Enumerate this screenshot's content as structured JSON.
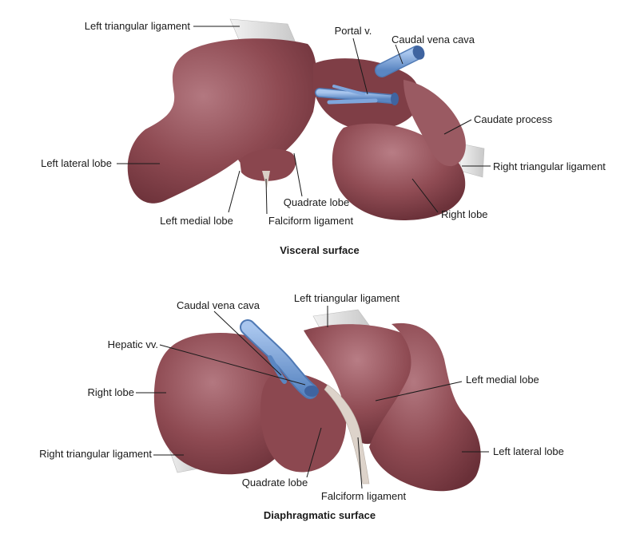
{
  "colors": {
    "liver": "#8e4a52",
    "liver_dark": "#6e343c",
    "liver_light": "#b0727a",
    "vessel": "#7fa6dc",
    "vessel_dark": "#4f79b4",
    "ligament": "#d8d8d8",
    "falciform": "#d9cfc6"
  },
  "visceral": {
    "caption": "Visceral surface",
    "labels": {
      "left_triangular_ligament": "Left triangular ligament",
      "portal_v": "Portal v.",
      "caudal_vena_cava": "Caudal vena cava",
      "caudate_process": "Caudate process",
      "left_lateral_lobe": "Left lateral lobe",
      "right_triangular_ligament": "Right triangular ligament",
      "quadrate_lobe": "Quadrate lobe",
      "right_lobe": "Right lobe",
      "left_medial_lobe": "Left medial lobe",
      "falciform_ligament": "Falciform ligament"
    }
  },
  "diaphragmatic": {
    "caption": "Diaphragmatic surface",
    "labels": {
      "left_triangular_ligament": "Left triangular ligament",
      "caudal_vena_cava": "Caudal vena cava",
      "hepatic_vv": "Hepatic vv.",
      "left_medial_lobe": "Left medial lobe",
      "right_lobe": "Right lobe",
      "left_lateral_lobe": "Left lateral lobe",
      "right_triangular_ligament": "Right triangular ligament",
      "quadrate_lobe": "Quadrate lobe",
      "falciform_ligament": "Falciform ligament"
    }
  }
}
